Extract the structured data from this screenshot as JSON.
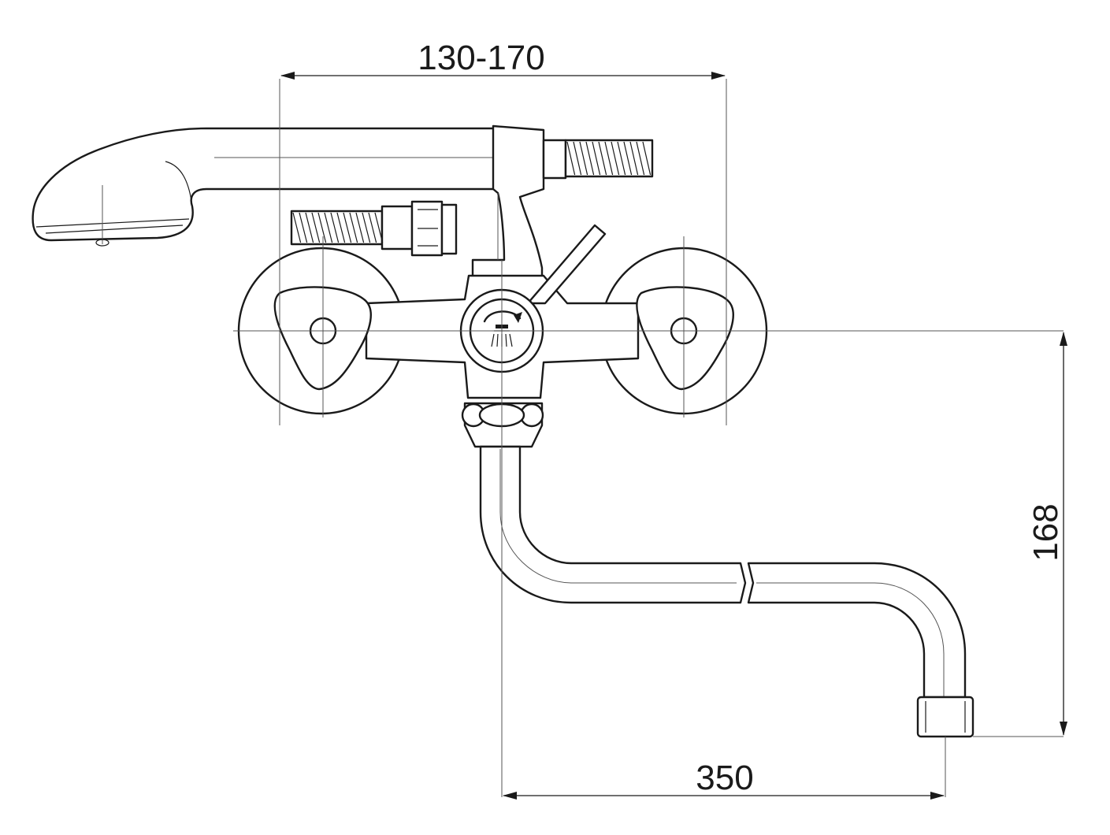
{
  "drawing": {
    "title": "",
    "dimensions": {
      "top_width": "130-170",
      "spout_height": "168",
      "spout_reach": "350"
    },
    "colors": {
      "line": "#1a1a1a",
      "background": "#ffffff"
    },
    "icons": {
      "diverter_symbol": "shower-diverter-icon"
    }
  }
}
